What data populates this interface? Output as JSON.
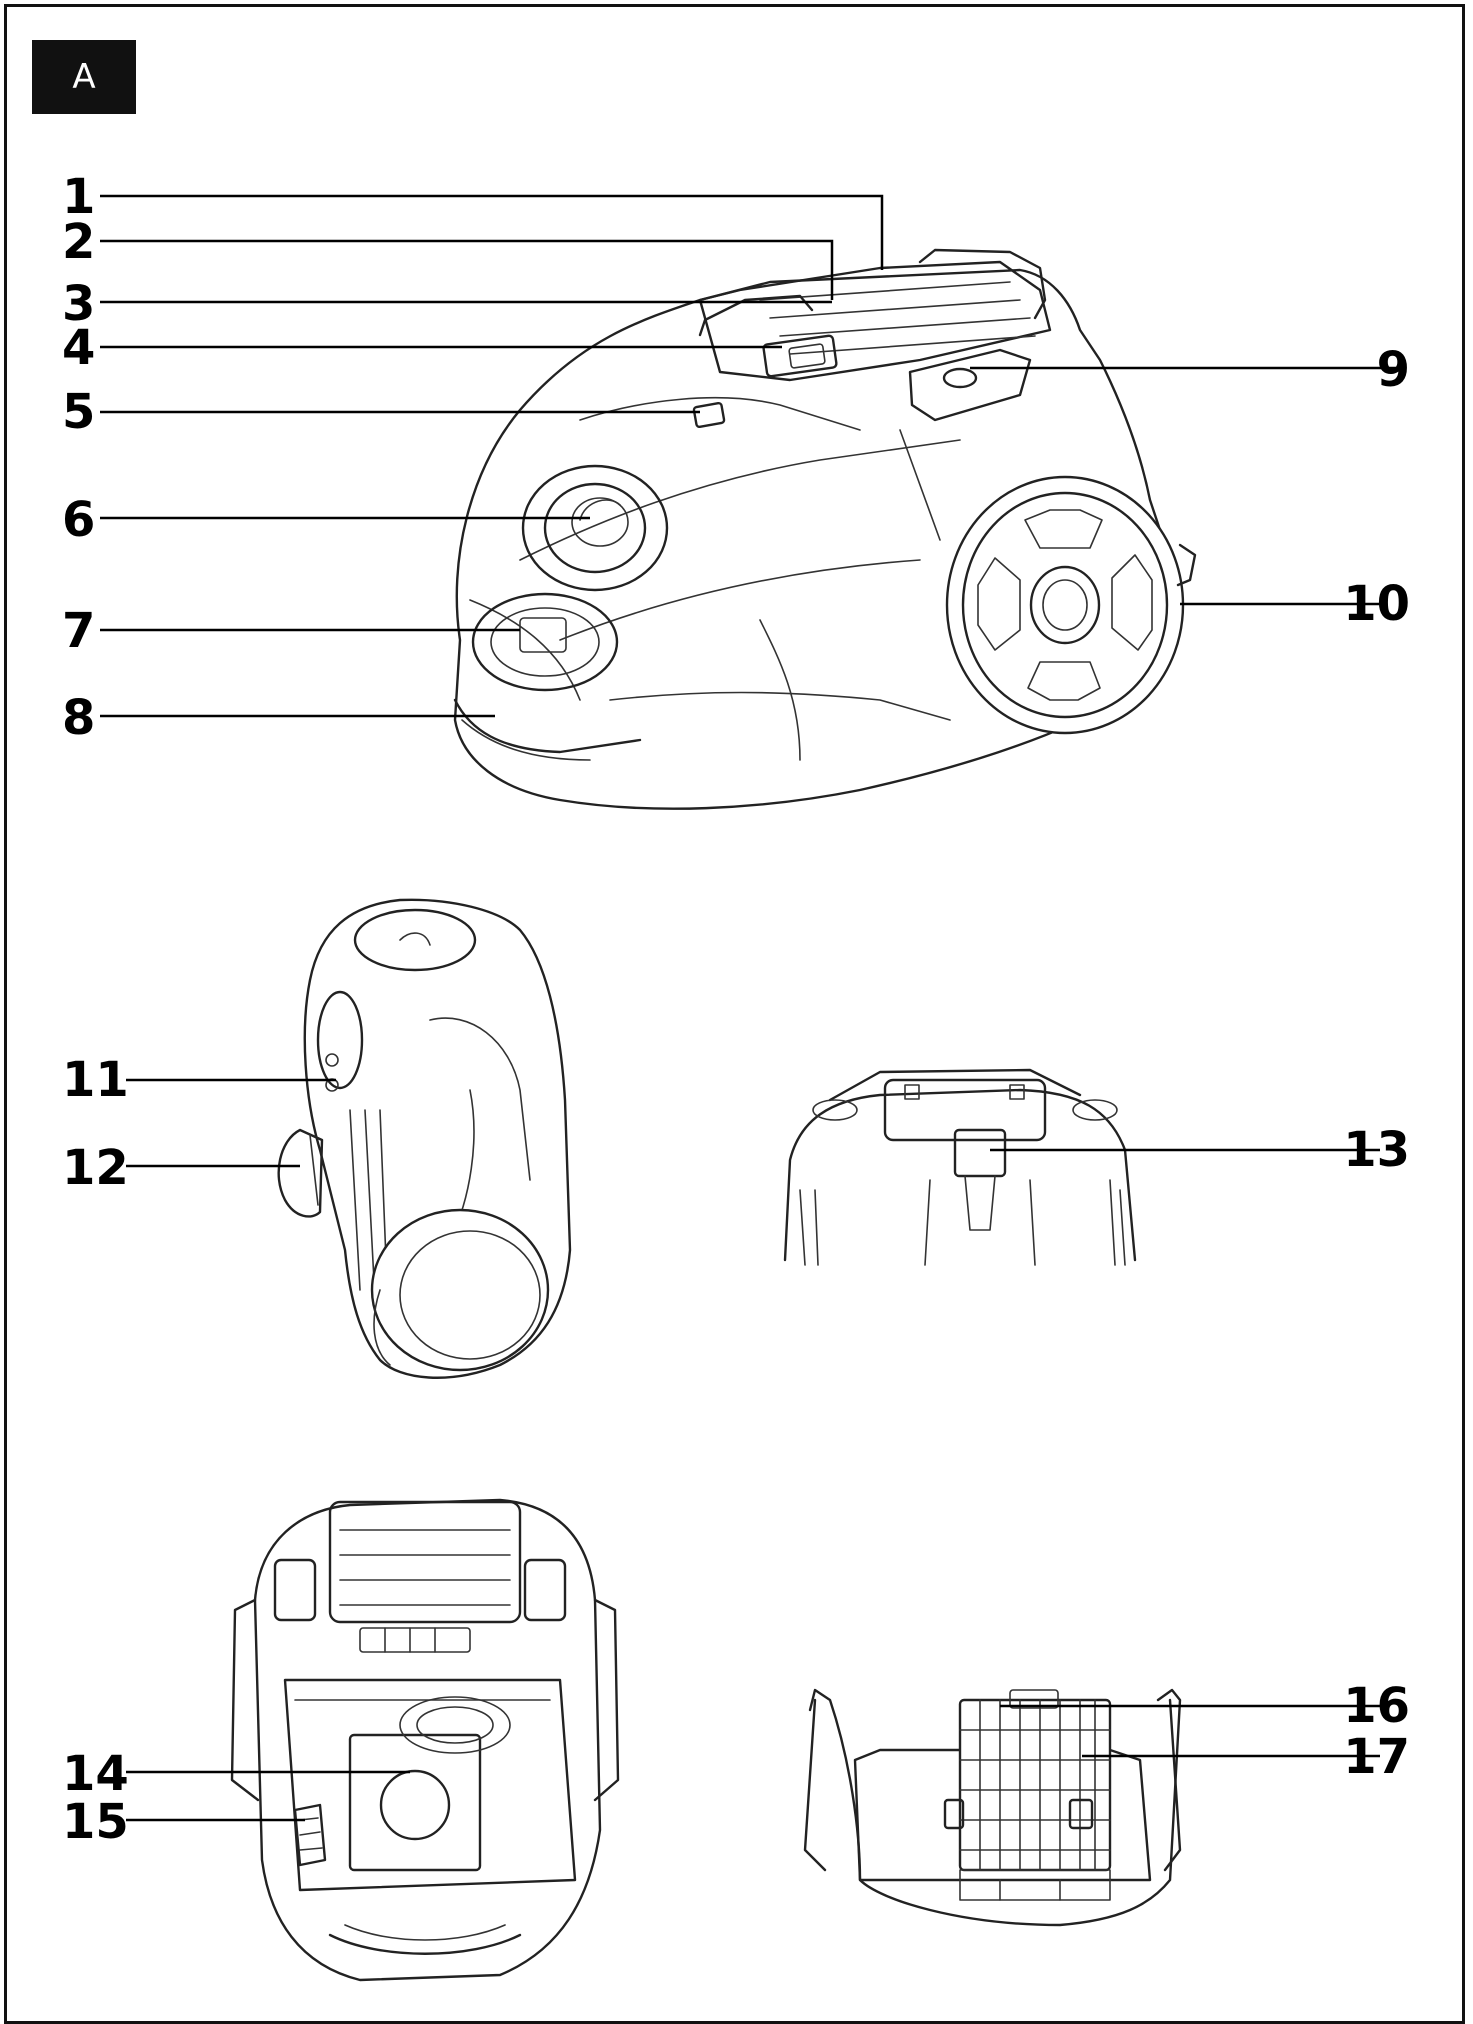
{
  "section_label": "A",
  "callouts": [
    {
      "id": "1",
      "label": "1"
    },
    {
      "id": "2",
      "label": "2"
    },
    {
      "id": "3",
      "label": "3"
    },
    {
      "id": "4",
      "label": "4"
    },
    {
      "id": "5",
      "label": "5"
    },
    {
      "id": "6",
      "label": "6"
    },
    {
      "id": "7",
      "label": "7"
    },
    {
      "id": "8",
      "label": "8"
    },
    {
      "id": "9",
      "label": "9"
    },
    {
      "id": "10",
      "label": "10"
    },
    {
      "id": "11",
      "label": "11"
    },
    {
      "id": "12",
      "label": "12"
    },
    {
      "id": "13",
      "label": "13"
    },
    {
      "id": "14",
      "label": "14"
    },
    {
      "id": "15",
      "label": "15"
    },
    {
      "id": "16",
      "label": "16"
    },
    {
      "id": "17",
      "label": "17"
    }
  ]
}
